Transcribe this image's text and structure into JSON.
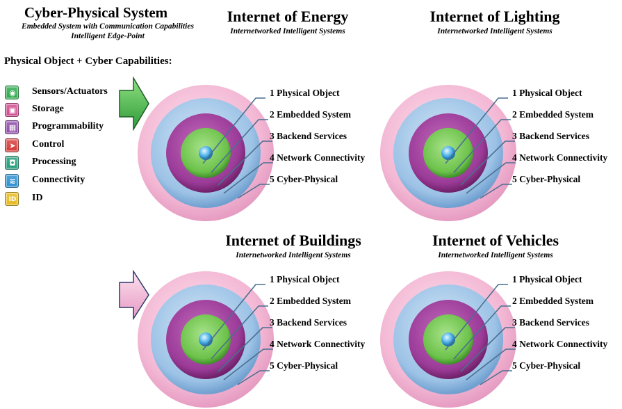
{
  "header": {
    "title": "Cyber-Physical System",
    "subtitle_line1": "Embedded System with Communication Capabilities",
    "subtitle_line2": "Intelligent Edge-Point"
  },
  "capabilities": {
    "heading": "Physical Object + Cyber Capabilities:",
    "items": [
      {
        "label": "Sensors/Actuators",
        "icon": "eye-icon",
        "color": "#2aa84a"
      },
      {
        "label": "Storage",
        "icon": "storage-icon",
        "color": "#d0488f"
      },
      {
        "label": "Programmability",
        "icon": "grid-icon",
        "color": "#8e48a8"
      },
      {
        "label": "Control",
        "icon": "play-icon",
        "color": "#d63a3a"
      },
      {
        "label": "Processing",
        "icon": "chip-icon",
        "color": "#1e9a78"
      },
      {
        "label": "Connectivity",
        "icon": "wifi-icon",
        "color": "#2a8fd0"
      },
      {
        "label": "ID",
        "icon": "id-icon",
        "color": "#e7b91d"
      }
    ]
  },
  "colors": {
    "arrow_green": "#4cb94a",
    "arrow_pink": "#f2b9d6",
    "ring_outer_pink": "#f3b8d4",
    "ring_blue": "#9cc2e6",
    "ring_purple": "#9b3b98",
    "ring_green": "#6cc24a",
    "core_blue": "#4fb3e8",
    "leader_line": "#4a6f8f"
  },
  "panels": [
    {
      "title": "Internet of Energy",
      "subtitle": "Internetworked Intelligent Systems",
      "layers": [
        "1 Physical Object",
        "2 Embedded System",
        "3 Backend Services",
        "4 Network Connectivity",
        "5 Cyber-Physical"
      ]
    },
    {
      "title": "Internet of Lighting",
      "subtitle": "Internetworked Intelligent Systems",
      "layers": [
        "1 Physical Object",
        "2 Embedded System",
        "3 Backend Services",
        "4 Network Connectivity",
        "5 Cyber-Physical"
      ]
    },
    {
      "title": "Internet of Buildings",
      "subtitle": "Internetworked Intelligent Systems",
      "layers": [
        "1 Physical Object",
        "2 Embedded System",
        "3 Backend Services",
        "4 Network Connectivity",
        "5 Cyber-Physical"
      ]
    },
    {
      "title": "Internet of Vehicles",
      "subtitle": "Internetworked Intelligent Systems",
      "layers": [
        "1 Physical Object",
        "2 Embedded System",
        "3 Backend Services",
        "4 Network Connectivity",
        "5 Cyber-Physical"
      ]
    }
  ]
}
